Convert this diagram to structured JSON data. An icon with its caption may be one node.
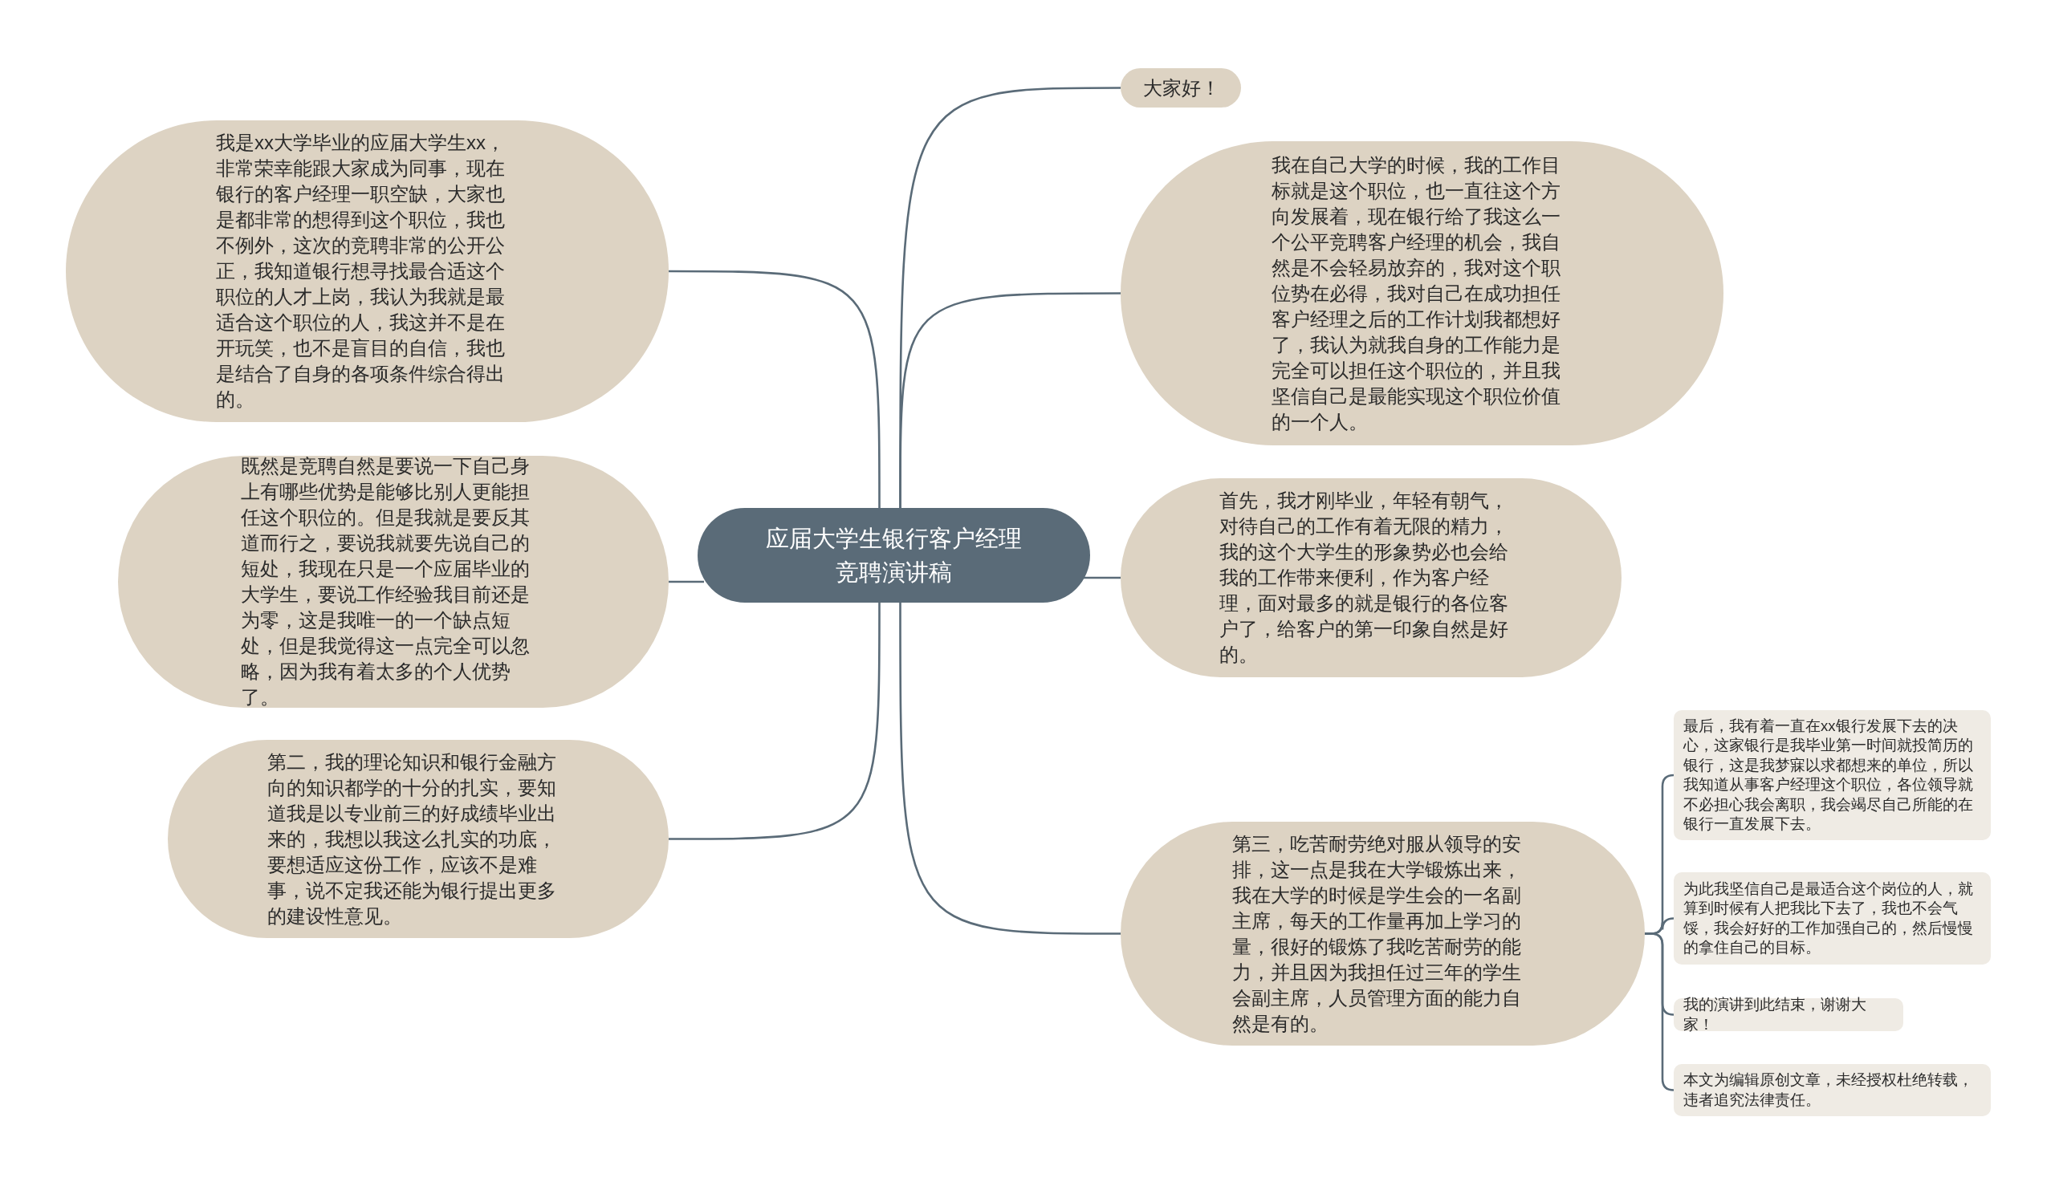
{
  "diagram": {
    "nodes": [
      {
        "text": [
          "应届大学生银行客户经理竞聘演讲稿"
        ]
      },
      {
        "text": [
          "我是xx大学毕业的应届大学生xx，非常荣幸能跟大家成为同事，现在银行的客户经理一职空缺，大家也是都非常的想得到这个职位，我也不例外，这次的竞聘非常的公开公正，我知道银行想寻找最合适这个职位的人才上岗，我认为我就是最适合这个职位的人，我这并不是在开玩笑，也不是盲目的自信，我也是结合了自身的各项条件综合得出的。"
        ]
      },
      {
        "text": [
          "既然是竞聘自然是要说一下自己身上有哪些优势是能够比别人更能担任这个职位的。但是我就是要反其道而行之，要说我就要先说自己的短处，我现在只是一个应届毕业的大学生，要说工作经验我目前还是为零，这是我唯一的一个缺点短处，但是我觉得这一点完全可以忽略，因为我有着太多的个人优势了。"
        ]
      },
      {
        "text": [
          "第二，我的理论知识和银行金融方向的知识都学的十分的扎实，要知道我是以专业前三的好成绩毕业出来的，我想以我这么扎实的功底，要想适应这份工作，应该不是难事，说不定我还能为银行提出更多的建设性意见。"
        ]
      },
      {
        "text": [
          "大家好！"
        ]
      },
      {
        "text": [
          "我在自己大学的时候，我的工作目标就是这个职位，也一直往这个方向发展着，现在银行给了我这么一个公平竞聘客户经理的机会，我自然是不会轻易放弃的，我对这个职位势在必得，我对自己在成功担任客户经理之后的工作计划我都想好了，我认为就我自身的工作能力是完全可以担任这个职位的，并且我坚信自己是最能实现这个职位价值的一个人。"
        ]
      },
      {
        "text": [
          "首先，我才刚毕业，年轻有朝气，对待自己的工作有着无限的精力，我的这个大学生的形象势必也会给我的工作带来便利，作为客户经理，面对最多的就是银行的各位客户了，给客户的第一印象自然是好的。"
        ]
      },
      {
        "text": [
          "第三，吃苦耐劳绝对服从领导的安排，这一点是我在大学锻炼出来，我在大学的时候是学生会的一名副主席，每天的工作量再加上学习的量，很好的锻炼了我吃苦耐劳的能力，并且因为我担任过三年的学生会副主席，人员管理方面的能力自然是有的。"
        ]
      },
      {
        "text": [
          "最后，我有着一直在xx银行发展下去的决心，这家银行是我毕业第一时间就投简历的银行，这是我梦寐以求都想来的单位，所以我知道从事客户经理这个职位，各位领导就不必担心我会离职，我会竭尽自己所能的在银行一直发展下去。"
        ]
      },
      {
        "text": [
          "为此我坚信自己是最适合这个岗位的人，就算到时候有人把我比下去了，我也不会气馁，我会好好的工作加强自己的，然后慢慢的拿住自己的目标。"
        ]
      },
      {
        "text": [
          "我的演讲到此结束，谢谢大家！"
        ]
      },
      {
        "text": [
          "本文为编辑原创文章，未经授权杜绝转载，违者追究法律责任。"
        ]
      }
    ],
    "edges": [
      {
        "from": 0,
        "to": 1,
        "arrow": "none"
      },
      {
        "from": 0,
        "to": 2,
        "arrow": "none"
      },
      {
        "from": 0,
        "to": 3,
        "arrow": "none"
      },
      {
        "from": 0,
        "to": 4,
        "arrow": "none"
      },
      {
        "from": 0,
        "to": 5,
        "arrow": "none"
      },
      {
        "from": 0,
        "to": 6,
        "arrow": "none"
      },
      {
        "from": 0,
        "to": 7,
        "arrow": "none"
      },
      {
        "from": 7,
        "to": 8,
        "arrow": "none"
      },
      {
        "from": 7,
        "to": 9,
        "arrow": "none"
      },
      {
        "from": 7,
        "to": 10,
        "arrow": "none"
      },
      {
        "from": 7,
        "to": 11,
        "arrow": "none"
      }
    ]
  }
}
